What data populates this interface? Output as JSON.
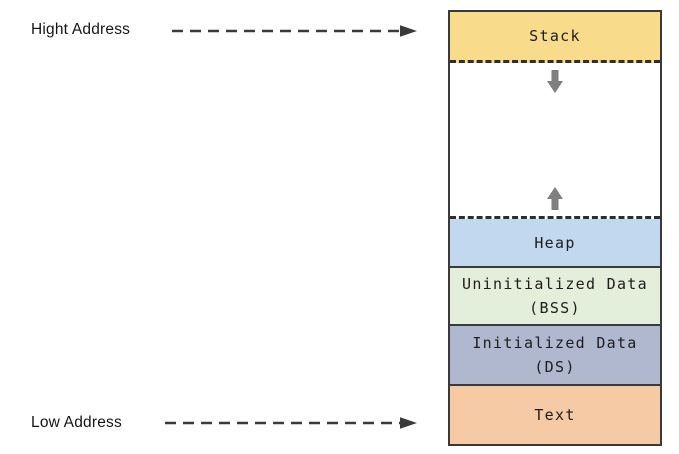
{
  "canvas": {
    "background": "#ffffff",
    "border_color": "#3a3a3a",
    "dashed_boundary_color": "#2e2e2e",
    "address_arrow_color": "#3a3a3a",
    "growth_arrow_color": "#7f7f7f",
    "label_text_color": "#151515",
    "segment_text_color": "#1d1d1d"
  },
  "address_labels": {
    "high": "Hight Address",
    "low": "Low Address"
  },
  "icons": {
    "high_address_arrow": "dashed-right-arrow-icon",
    "low_address_arrow": "dashed-right-arrow-icon",
    "stack_growth": "arrow-down-icon",
    "heap_growth": "arrow-up-icon"
  },
  "memory_map": {
    "segments": [
      {
        "id": "stack",
        "lines": [
          "Stack"
        ],
        "color": "#F8DC8C"
      },
      {
        "id": "unused-gap",
        "lines": [],
        "color": "#FFFFFF"
      },
      {
        "id": "heap",
        "lines": [
          "Heap"
        ],
        "color": "#C2D8EE"
      },
      {
        "id": "bss",
        "lines": [
          "Uninitialized Data",
          "(BSS)"
        ],
        "color": "#E3EEDB"
      },
      {
        "id": "ds",
        "lines": [
          "Initialized Data",
          "(DS)"
        ],
        "color": "#AFB8CF"
      },
      {
        "id": "text",
        "lines": [
          "Text"
        ],
        "color": "#F7CAA6"
      }
    ],
    "growth": {
      "stack_direction": "down",
      "heap_direction": "up"
    }
  }
}
